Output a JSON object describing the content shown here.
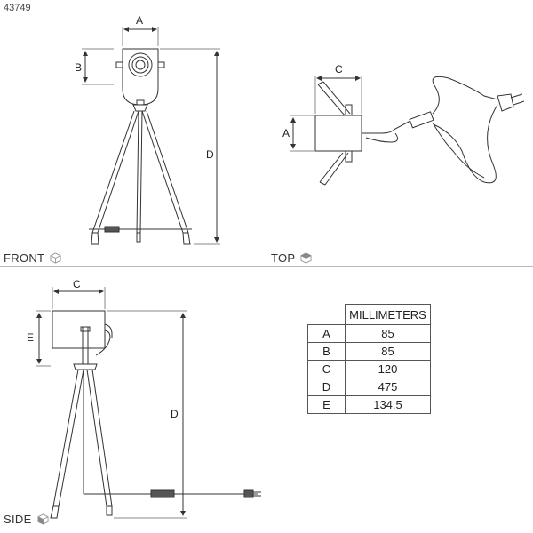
{
  "product_code": "43749",
  "views": {
    "front": "FRONT",
    "top": "TOP",
    "side": "SIDE"
  },
  "dimension_letters": {
    "front_width": "A",
    "front_height": "B",
    "front_total": "D",
    "top_width": "C",
    "top_depth": "A",
    "side_width": "C",
    "side_height": "E",
    "side_total": "D"
  },
  "table": {
    "unit_header": "MILLIMETERS",
    "rows": [
      {
        "letter": "A",
        "value": "85"
      },
      {
        "letter": "B",
        "value": "85"
      },
      {
        "letter": "C",
        "value": "120"
      },
      {
        "letter": "D",
        "value": "475"
      },
      {
        "letter": "E",
        "value": "134.5"
      }
    ]
  }
}
